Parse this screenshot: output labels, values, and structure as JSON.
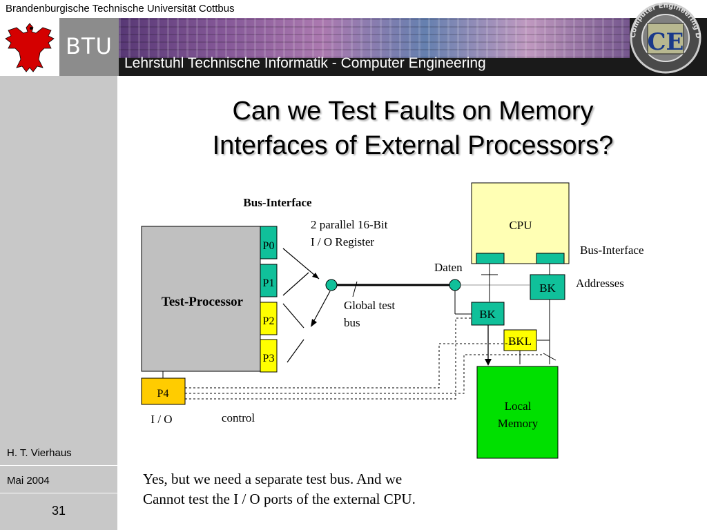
{
  "header": {
    "university": "Brandenburgische Technische Universität Cottbus",
    "btu": "BTU",
    "chair": "Lehrstuhl Technische Informatik - Computer Engineering",
    "logo_ring_text": "Computer Engineering Dept. BTU Cottbus",
    "logo_letters": "CE"
  },
  "sidebar": {
    "author": "H. T. Vierhaus",
    "date": "Mai 2004",
    "page_number": "31"
  },
  "slide": {
    "title_line1": "Can we Test Faults on Memory",
    "title_line2": "Interfaces of External Processors?",
    "caption_line1": "Yes, but we need a separate test bus. And we",
    "caption_line2": "Cannot test the I / O ports of the external CPU."
  },
  "diagram": {
    "bus_interface_top": "Bus-Interface",
    "register_line1": "2 parallel 16-Bit",
    "register_line2": "I / O Register",
    "test_processor": "Test-Processor",
    "ports": [
      "P0",
      "P1",
      "P2",
      "P3"
    ],
    "p4": "P4",
    "io": "I / O",
    "control": "control",
    "global_bus_line1": "Global test",
    "global_bus_line2": "bus",
    "daten": "Daten",
    "cpu": "CPU",
    "bus_interface_right": "Bus-Interface",
    "addresses": "Addresses",
    "bk": "BK",
    "bkl": "BKL",
    "memory_line1": "Local",
    "memory_line2": "Memory"
  },
  "colors": {
    "teal": "#10c09a",
    "yellow": "#ffff00",
    "orange": "#ffcc00",
    "green": "#00e000",
    "light_yellow": "#ffffb4",
    "gray_box": "#c0c0c0"
  }
}
